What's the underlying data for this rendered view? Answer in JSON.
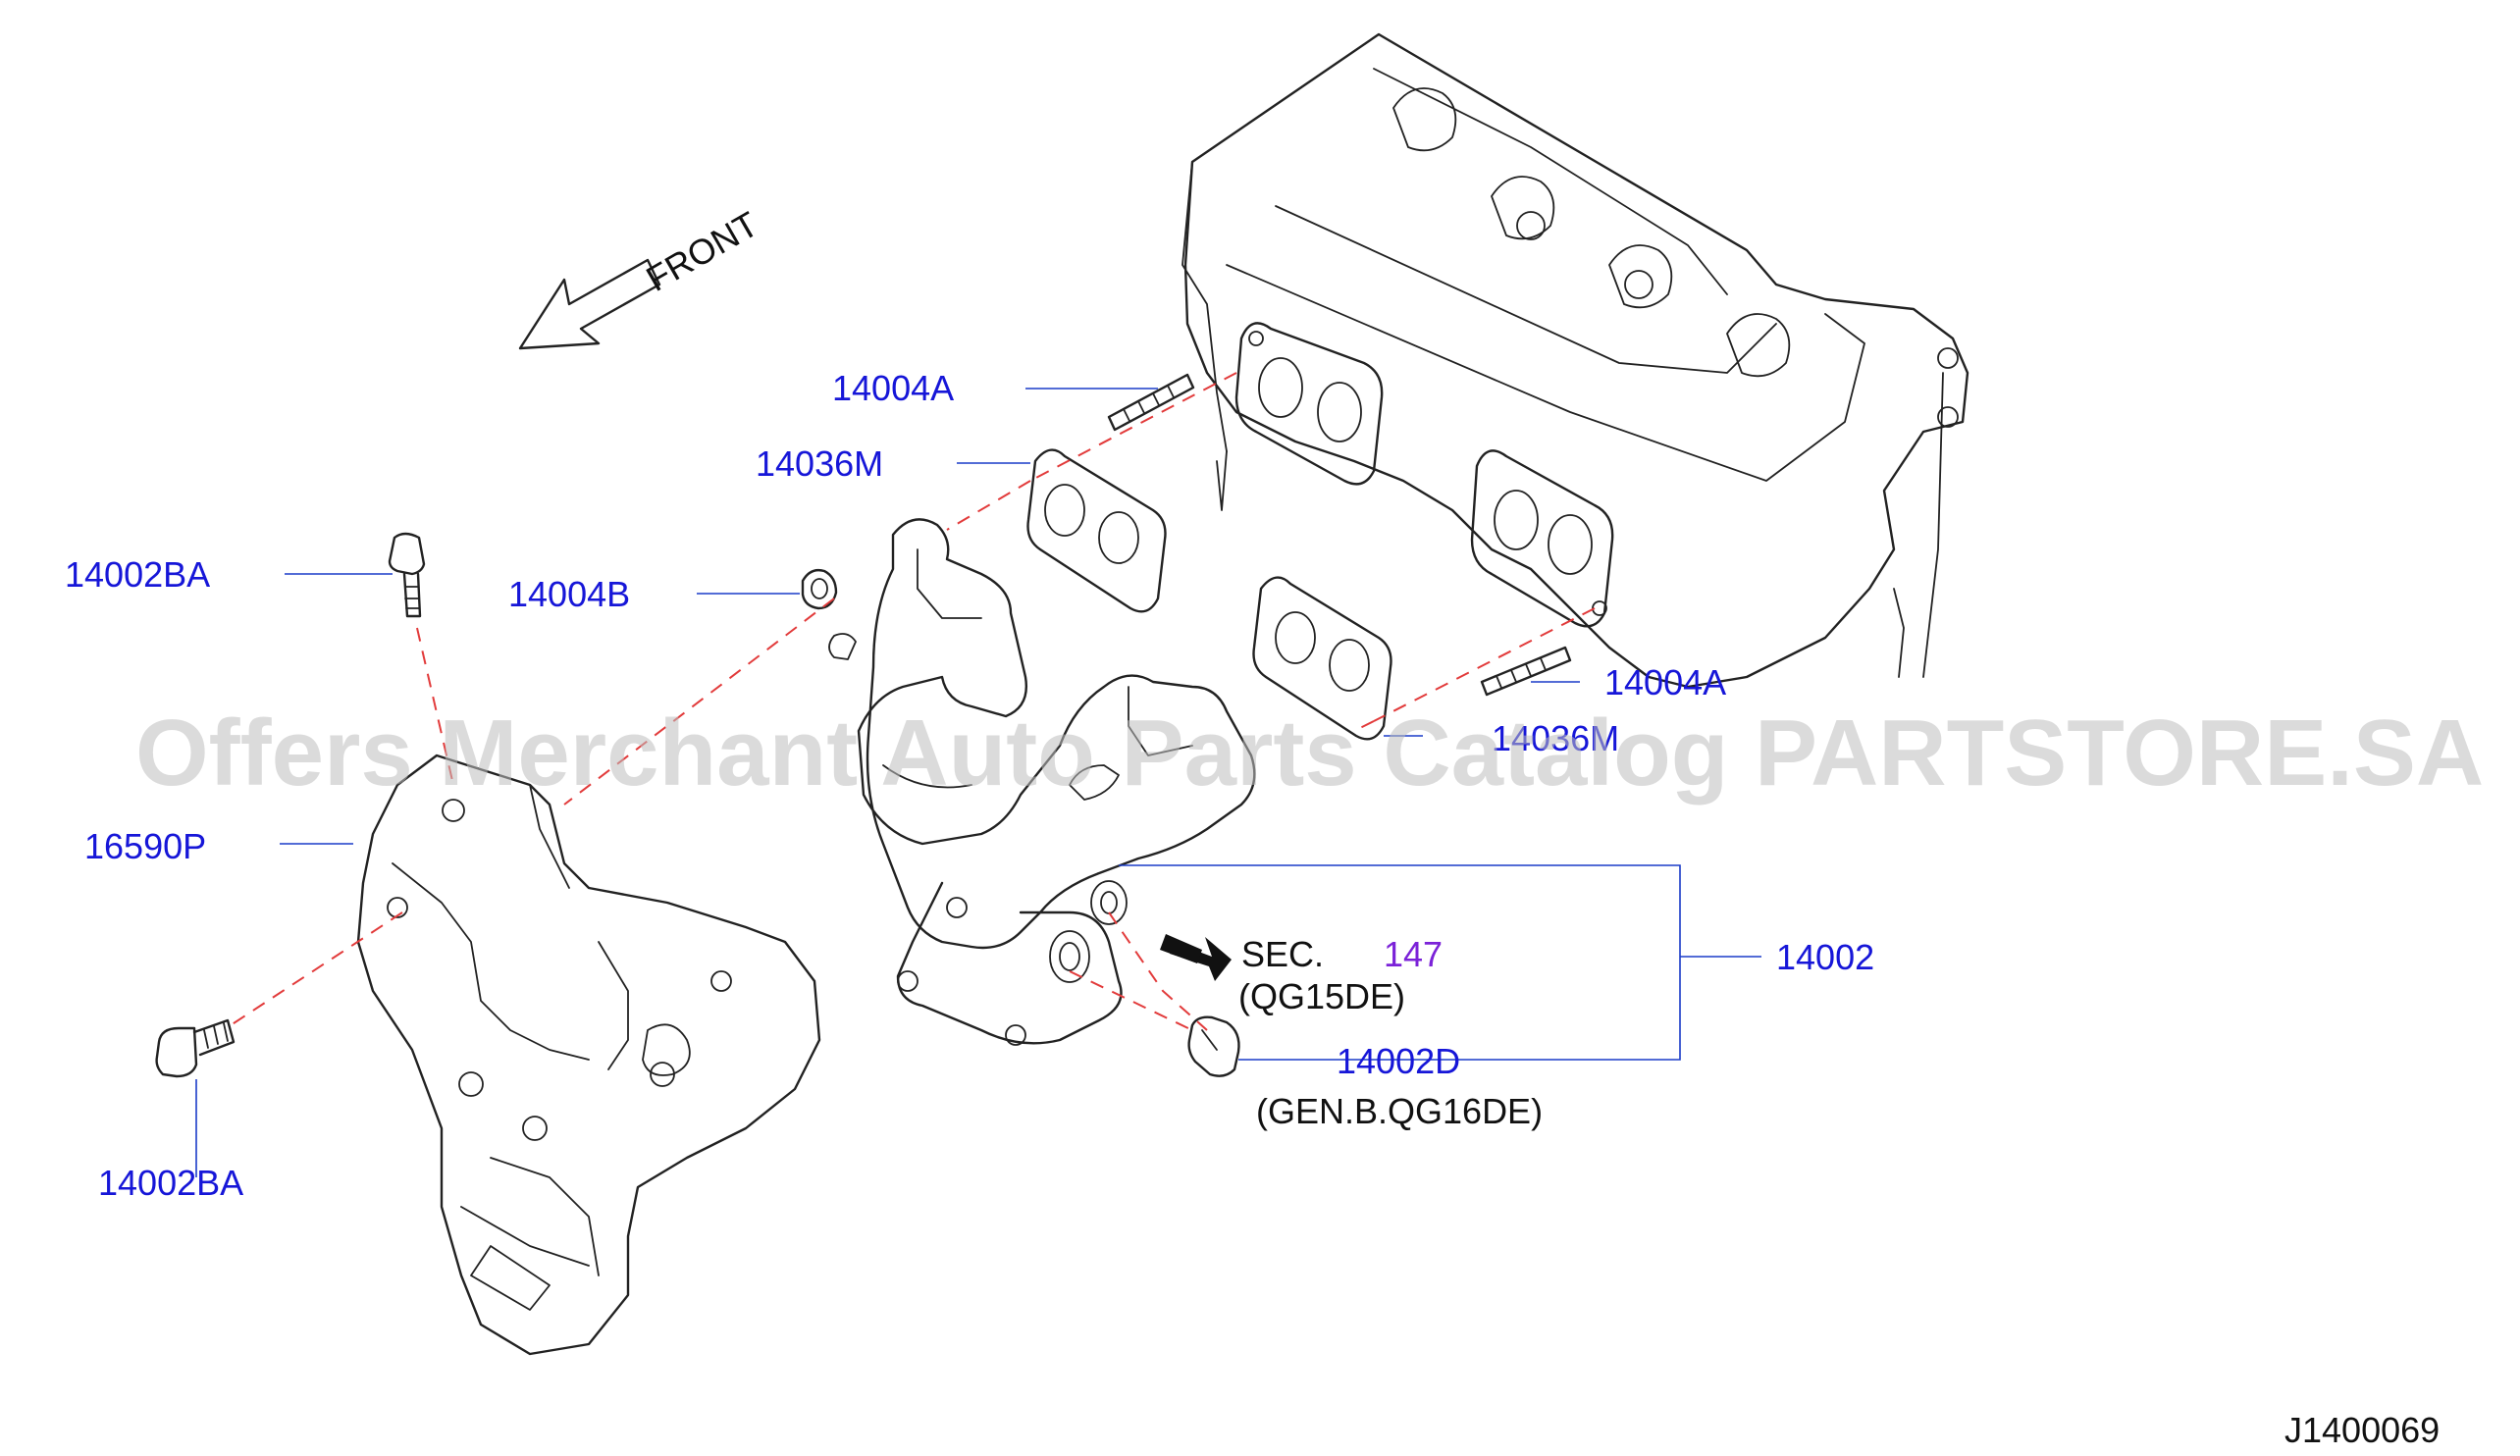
{
  "front_label": "FRONT",
  "watermark": "Offers Merchant Auto Parts Catalog PARTSTORE.SA",
  "diagram_code": "J1400069",
  "callouts": {
    "stud_top": "14004A",
    "gasket_top": "14036M",
    "bolt_top": "14002BA",
    "nut": "14004B",
    "heat_shield": "16590P",
    "bolt_bottom": "14002BA",
    "stud_right": "14004A",
    "gasket_right": "14036M",
    "manifold": "14002",
    "bolt_d": "14002D"
  },
  "notes": {
    "sec_label": "SEC.",
    "sec_number": "147",
    "sec_variant": "(QG15DE)",
    "bolt_d_variant": "(GEN.B.QG16DE)"
  },
  "colors": {
    "callout": "#1616d8",
    "leader": "#1a3cc8",
    "dashed_guide": "#e23b3b",
    "section_link": "#7b22d8"
  }
}
